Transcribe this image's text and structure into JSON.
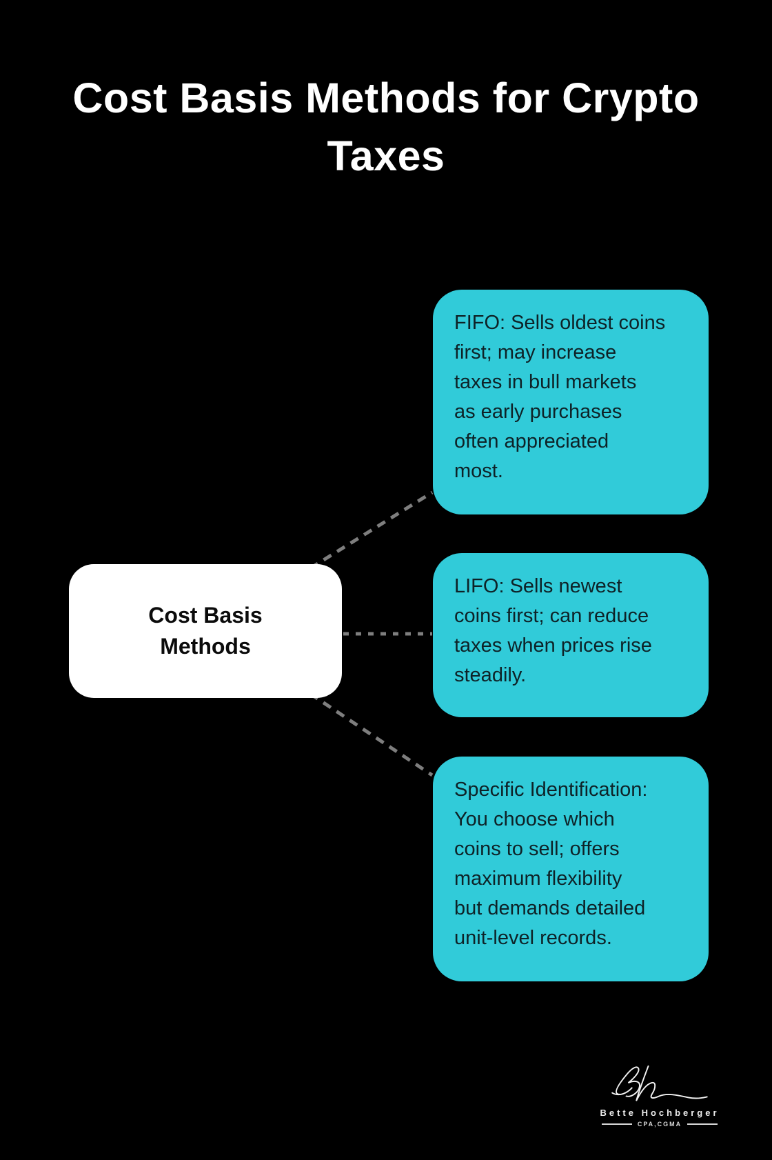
{
  "title": "Cost Basis Methods for Crypto\nTaxes",
  "colors": {
    "background": "#000000",
    "title_text": "#ffffff",
    "root_node_fill": "#ffffff",
    "root_node_text": "#0b0b0b",
    "branch_fill": "#31cbd9",
    "branch_text": "#0e2227",
    "connector_dash": "#7e7e7e",
    "signature_text": "#ededed"
  },
  "diagram": {
    "root": {
      "label": "Cost Basis\nMethods"
    },
    "branches": [
      {
        "id": "fifo",
        "text": "FIFO: Sells oldest coins\nfirst; may increase\ntaxes in bull markets\nas early purchases\noften appreciated\nmost."
      },
      {
        "id": "lifo",
        "text": "LIFO: Sells newest\ncoins first; can reduce\ntaxes when prices rise\nsteadily."
      },
      {
        "id": "specific-identification",
        "text": "Specific Identification:\nYou choose which\ncoins to sell; offers\nmaximum flexibility\nbut demands detailed\nunit-level records."
      }
    ]
  },
  "footer": {
    "monogram": "BH",
    "brand_name": "Bette Hochberger",
    "brand_credentials": "CPA,CGMA"
  }
}
